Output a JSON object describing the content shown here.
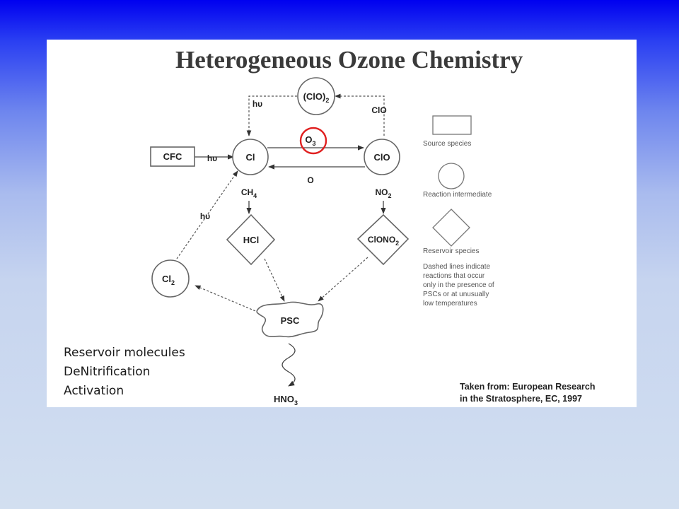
{
  "title": "Heterogeneous Ozone Chemistry",
  "nodes": {
    "clo2": "(ClO)",
    "clo2_sub": "2",
    "cl": "Cl",
    "clo": "ClO",
    "o3": "O",
    "o3_sub": "3",
    "cfc": "CFC",
    "hcl": "HCl",
    "clono2": "ClONO",
    "clono2_sub": "2",
    "cl2": "Cl",
    "cl2_sub": "2",
    "psc": "PSC",
    "hno3": "HNO",
    "hno3_sub": "3"
  },
  "edge_labels": {
    "hv_top": "hυ",
    "clo_top": "ClO",
    "hv_cfc": "hυ",
    "o": "O",
    "ch4": "CH",
    "ch4_sub": "4",
    "no2": "NO",
    "no2_sub": "2",
    "hv_cl2": "hυ"
  },
  "legend": {
    "source": "Source species",
    "intermediate": "Reaction intermediate",
    "reservoir": "Reservoir species",
    "dashed_note": [
      "Dashed lines indicate",
      "reactions that occur",
      "only in the presence of",
      "PSCs or at unusually",
      "low temperatures"
    ]
  },
  "credit": [
    "Taken from: European Research",
    "in the Stratosphere, EC, 1997"
  ],
  "bullets": [
    "Reservoir molecules",
    "DeNitrification",
    "Activation"
  ],
  "colors": {
    "highlight": "#e02020",
    "background_top": "#0000f0",
    "background_bottom": "#d2dff0"
  }
}
